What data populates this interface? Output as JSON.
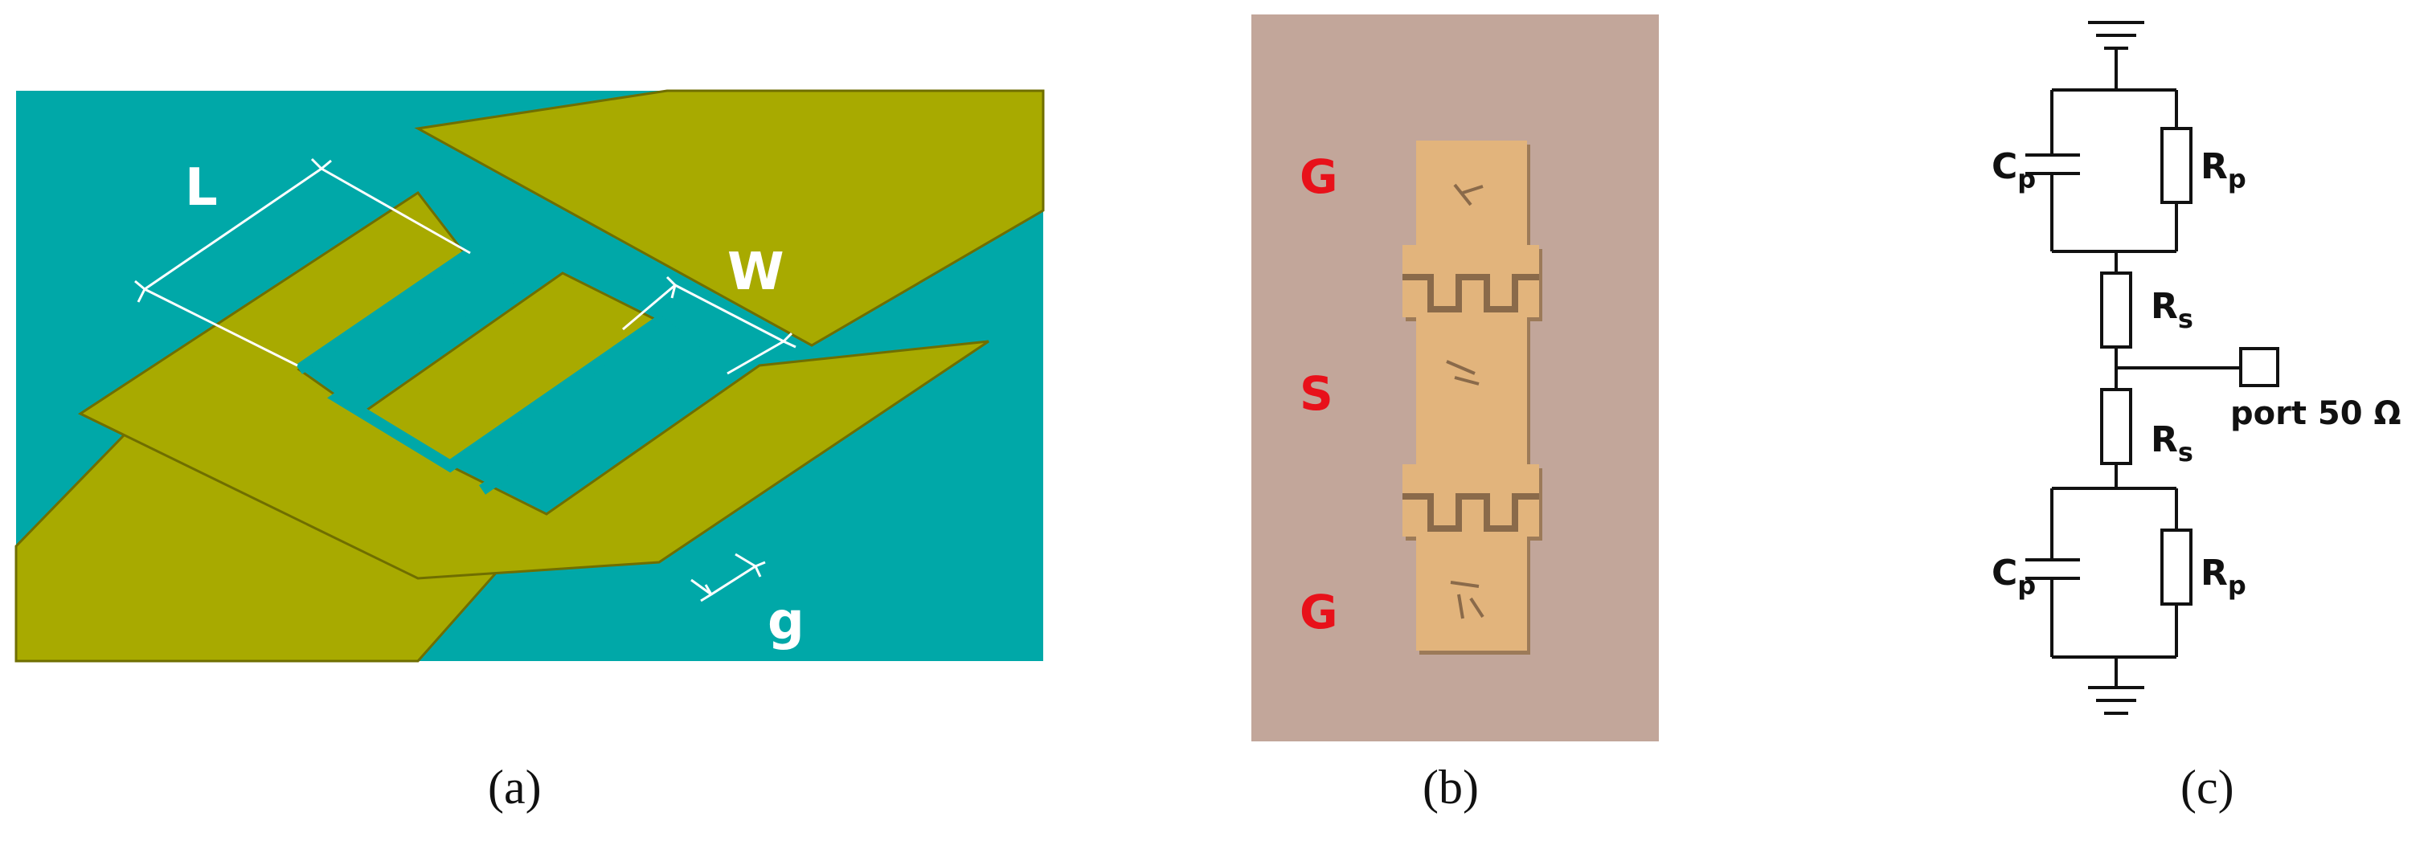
{
  "captions": {
    "a": "(a)",
    "b": "(b)",
    "c": "(c)"
  },
  "panel_a": {
    "labels": {
      "L": "L",
      "W": "W",
      "g": "g"
    },
    "colors": {
      "substrate": "#00a8a8",
      "metal": "#a8aa00",
      "metal_edge": "#6f6e00",
      "dimension": "#ffffff"
    }
  },
  "panel_b": {
    "labels": {
      "top": "G",
      "middle": "S",
      "bottom": "G"
    },
    "colors": {
      "background": "#c2a69a",
      "pad": "#e2b47c",
      "pad_shadow": "#9c7a58",
      "label": "#e8111a"
    }
  },
  "panel_c": {
    "top_cap": {
      "main": "C",
      "sub": "p"
    },
    "top_res_p": {
      "main": "R",
      "sub": "p"
    },
    "top_res_s": {
      "main": "R",
      "sub": "s"
    },
    "bottom_res_s": {
      "main": "R",
      "sub": "s"
    },
    "bottom_cap": {
      "main": "C",
      "sub": "p"
    },
    "bottom_res_p": {
      "main": "R",
      "sub": "p"
    },
    "port_label": "port 50 Ω",
    "colors": {
      "wire": "#111111"
    }
  }
}
